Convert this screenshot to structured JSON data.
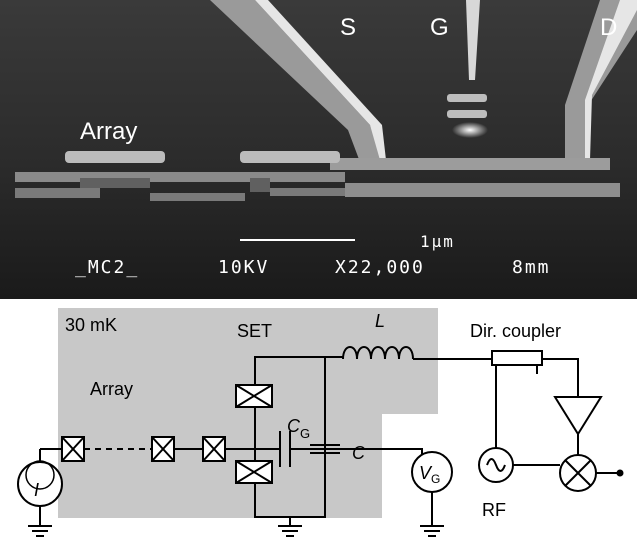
{
  "sem_image": {
    "labels": {
      "source": "S",
      "gate": "G",
      "drain": "D",
      "array": "Array"
    },
    "scalebar": {
      "length": "1µm",
      "instrument": "_MC2_",
      "voltage": "10KV",
      "magnification": "X22,000",
      "working_distance": "8mm"
    }
  },
  "circuit": {
    "temperature": "30 mK",
    "set_label": "SET",
    "array_label": "Array",
    "inductor_label": "L",
    "gate_cap_label": "C",
    "gate_cap_subscript": "G",
    "cap_label": "C",
    "coupler_label": "Dir. coupler",
    "current_source_label": "I",
    "voltage_source_label": "V",
    "voltage_source_subscript": "G",
    "rf_label": "RF",
    "colors": {
      "cryostat_box": "#c8c8c8",
      "wires": "#000000"
    }
  }
}
